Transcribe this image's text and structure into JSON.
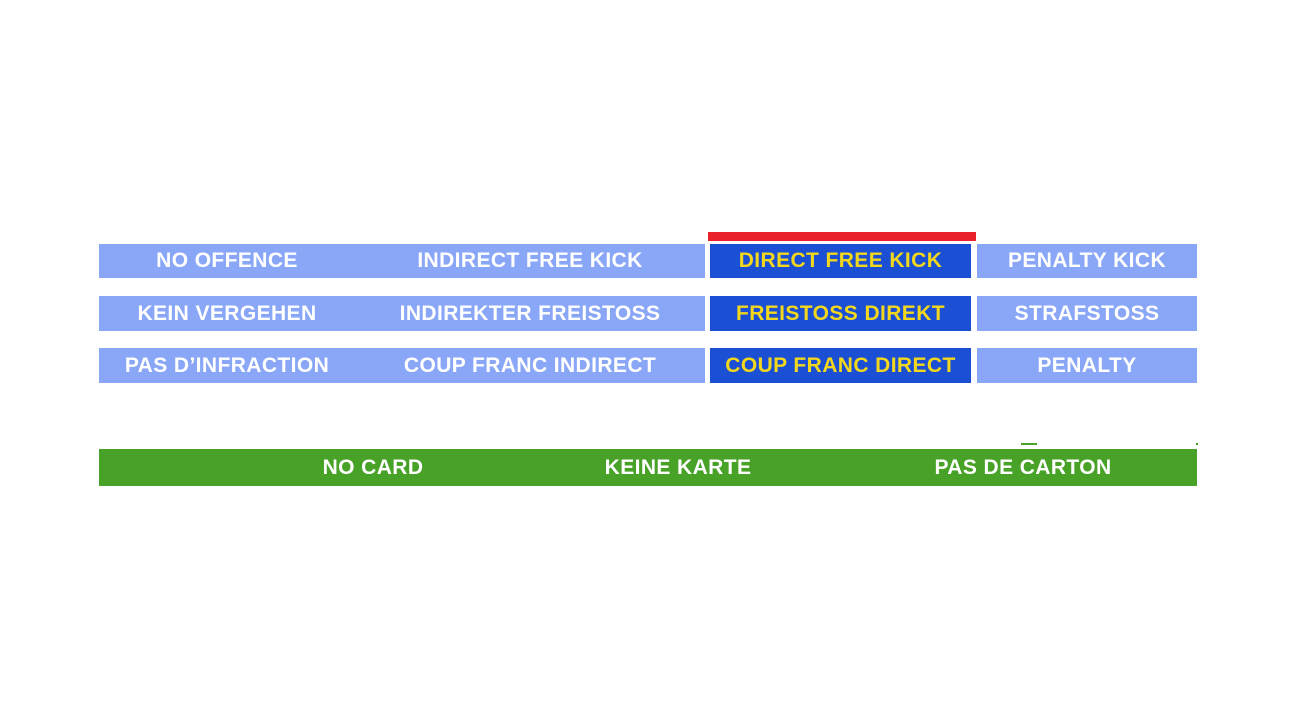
{
  "colors": {
    "light_blue": "#8aa7f7",
    "dark_blue": "#1b4fd4",
    "yellow": "#f2d71c",
    "red": "#e8212b",
    "green": "#48a227",
    "text_white": "#ffffff",
    "background": "#ffffff"
  },
  "grid": {
    "rows": [
      {
        "language": "English",
        "cells": [
          {
            "label": "NO OFFENCE",
            "selected": false
          },
          {
            "label": "INDIRECT FREE KICK",
            "selected": false
          },
          {
            "label": "DIRECT FREE KICK",
            "selected": true
          },
          {
            "label": "PENALTY KICK",
            "selected": false
          }
        ]
      },
      {
        "language": "German",
        "cells": [
          {
            "label": "KEIN VERGEHEN",
            "selected": false
          },
          {
            "label": "INDIREKTER FREISTOSS",
            "selected": false
          },
          {
            "label": "FREISTOSS DIREKT",
            "selected": true
          },
          {
            "label": "STRAFSTOSS",
            "selected": false
          }
        ]
      },
      {
        "language": "French",
        "cells": [
          {
            "label": "PAS D’INFRACTION",
            "selected": false
          },
          {
            "label": "COUP FRANC INDIRECT",
            "selected": false
          },
          {
            "label": "COUP FRANC DIRECT",
            "selected": true
          },
          {
            "label": "PENALTY",
            "selected": false
          }
        ]
      }
    ],
    "selected_column": "DIRECT FREE KICK",
    "selection_indicator": "red-bar-above-selected-column"
  },
  "card_bar": {
    "options": [
      {
        "label": "NO CARD"
      },
      {
        "label": "KEINE KARTE"
      },
      {
        "label": "PAS DE CARTON"
      }
    ]
  }
}
